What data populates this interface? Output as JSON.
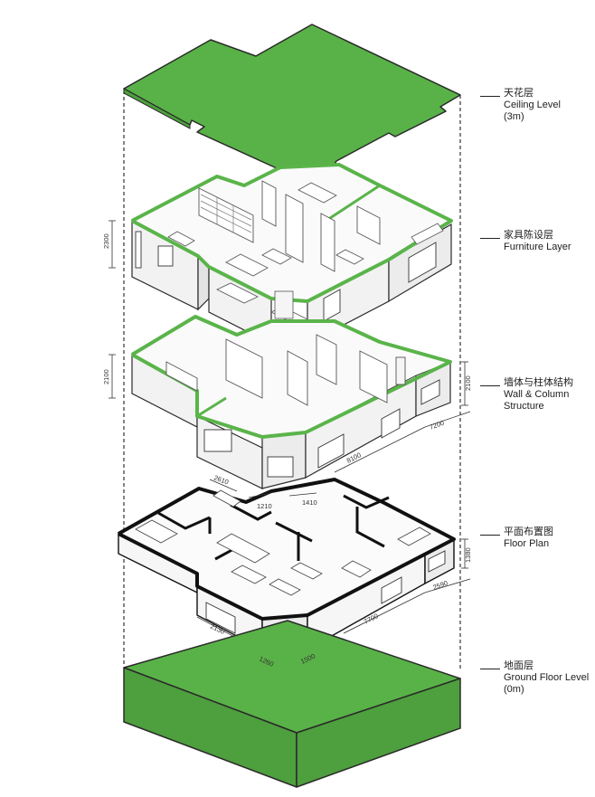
{
  "colors": {
    "slab_green": "#59b247",
    "slab_side": "#4e9f3e",
    "wall_top_green": "#5ab44a",
    "wall_face": "#f1f1f1",
    "wall_face_dark": "#dcdcdc",
    "line": "#2a2a2a",
    "floorplan_wall": "#111111"
  },
  "labels": [
    {
      "cn": "天花层",
      "en": "Ceiling Level",
      "sub": "(3m)"
    },
    {
      "cn": "家具陈设层",
      "en": "Furniture Layer",
      "sub": ""
    },
    {
      "cn": "墙体与柱体结构",
      "en": "Wall & Column",
      "sub": "Structure"
    },
    {
      "cn": "平面布置图",
      "en": "Floor Plan",
      "sub": ""
    },
    {
      "cn": "地面层",
      "en": "Ground Floor Level",
      "sub": "(0m)"
    }
  ],
  "dimensions": {
    "furniture_height": "2300",
    "wall_height_left": "2100",
    "wall_height_right": "2100",
    "wall_len_a": "8100",
    "wall_len_b": "7200",
    "plan_a": "2610",
    "plan_b": "1210",
    "plan_c": "1410",
    "plan_height": "1380",
    "plan_d": "2590",
    "plan_e": "7700",
    "plan_f": "2130",
    "plan_g": "1260",
    "plan_h": "1500"
  }
}
